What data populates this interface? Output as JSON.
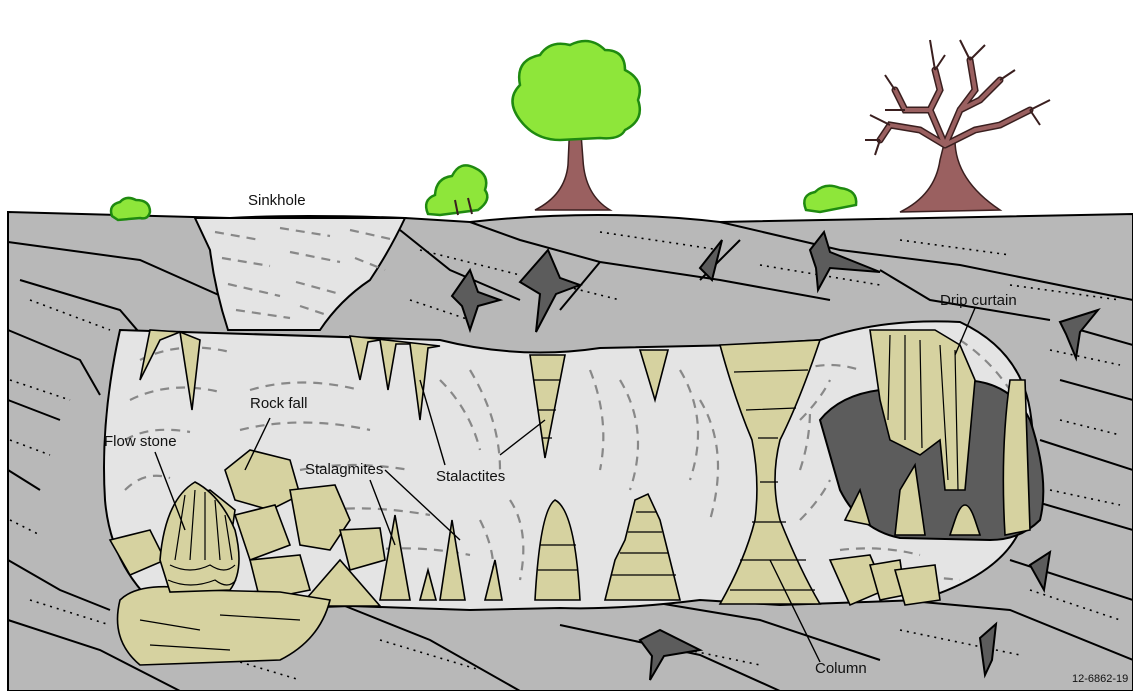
{
  "labels": {
    "sinkhole": "Sinkhole",
    "drip_curtain": "Drip curtain",
    "rock_fall": "Rock fall",
    "flow_stone": "Flow stone",
    "stalagmites": "Stalagmites",
    "stalactites": "Stalactites",
    "column": "Column",
    "figure_code": "12-6862-19"
  },
  "colors": {
    "bedrock": "#b8b8b8",
    "cave_air": "#e4e4e4",
    "speleothem": "#d6d2a0",
    "void": "#5c5c5c",
    "foliage": "#8ee63a",
    "trunk": "#9a6060"
  }
}
